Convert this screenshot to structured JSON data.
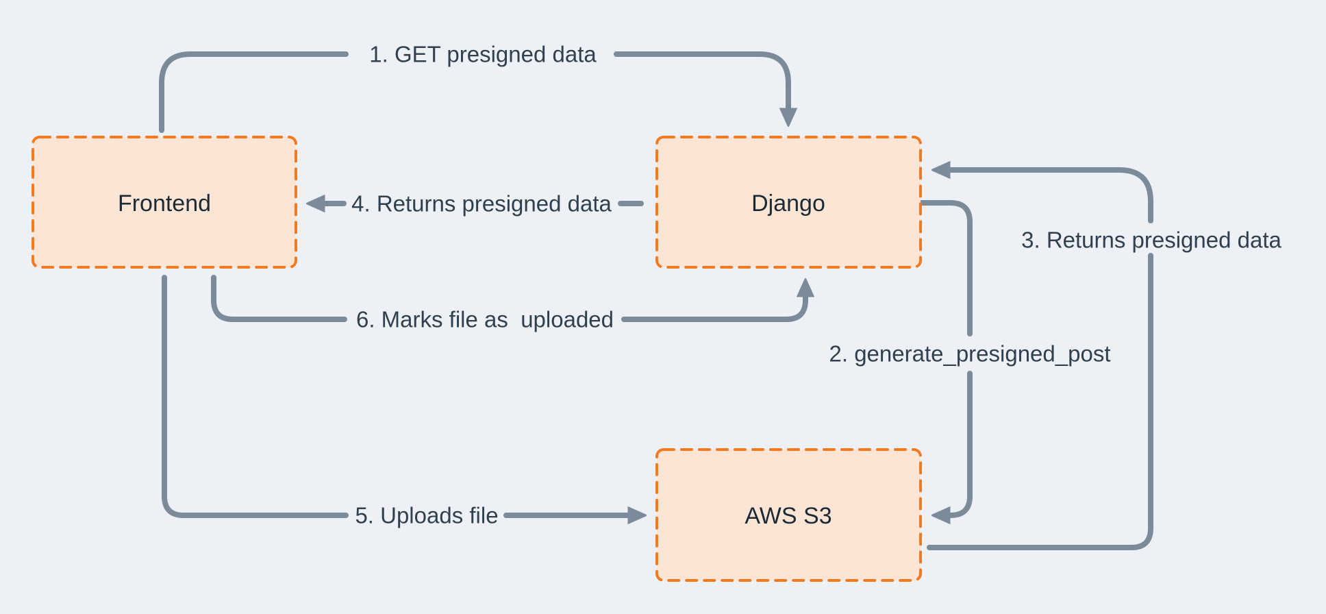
{
  "diagram": {
    "nodes": [
      {
        "id": "frontend",
        "label": "Frontend"
      },
      {
        "id": "django",
        "label": "Django"
      },
      {
        "id": "aws_s3",
        "label": "AWS S3"
      }
    ],
    "steps": [
      {
        "order": 1,
        "label": "1. GET presigned data",
        "from": "Frontend",
        "to": "Django"
      },
      {
        "order": 2,
        "label": "2. generate_presigned_post",
        "from": "Django",
        "to": "AWS S3"
      },
      {
        "order": 3,
        "label": "3. Returns presigned data",
        "from": "AWS S3",
        "to": "Django"
      },
      {
        "order": 4,
        "label": "4. Returns presigned data",
        "from": "Django",
        "to": "Frontend"
      },
      {
        "order": 5,
        "label": "5. Uploads file",
        "from": "Frontend",
        "to": "AWS S3"
      },
      {
        "order": 6,
        "label": "6. Marks file as  uploaded",
        "from": "Frontend",
        "to": "Django"
      }
    ],
    "colors": {
      "background": "#edf1f5",
      "node_fill": "#fde5d5",
      "node_border": "#f4791f",
      "line": "#7b8b99",
      "label_text": "#31404e",
      "node_text": "#1c2a36"
    }
  }
}
